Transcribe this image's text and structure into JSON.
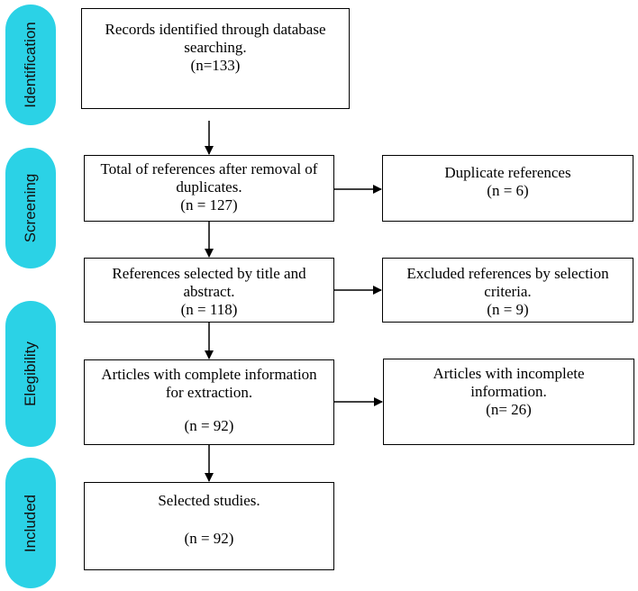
{
  "phases": {
    "identification": "Identification",
    "screening": "Screening",
    "elegibility": "Elegibility",
    "included": "Included"
  },
  "boxes": {
    "records_identified": {
      "line1": "Records identified through database",
      "line2": "searching.",
      "line3": "(n=133)"
    },
    "after_duplicates": {
      "line1": "Total of references after removal of",
      "line2": "duplicates.",
      "line3": "(n = 127)"
    },
    "duplicates": {
      "line1": "Duplicate references",
      "line2": "(n = 6)"
    },
    "selected_title_abstract": {
      "line1": "References selected by title and",
      "line2": "abstract.",
      "line3": "(n = 118)"
    },
    "excluded_criteria": {
      "line1": "Excluded references by selection",
      "line2": "criteria.",
      "line3": "(n = 9)"
    },
    "complete_info": {
      "line1": "Articles with complete information",
      "line2": "for extraction.",
      "line3": "(n = 92)"
    },
    "incomplete_info": {
      "line1": "Articles with incomplete",
      "line2": "information.",
      "line3": "(n= 26)"
    },
    "selected_studies": {
      "line1": "Selected studies.",
      "line2": "(n = 92)"
    }
  },
  "colors": {
    "phase_fill": "#2bd2e6",
    "border": "#000000"
  }
}
